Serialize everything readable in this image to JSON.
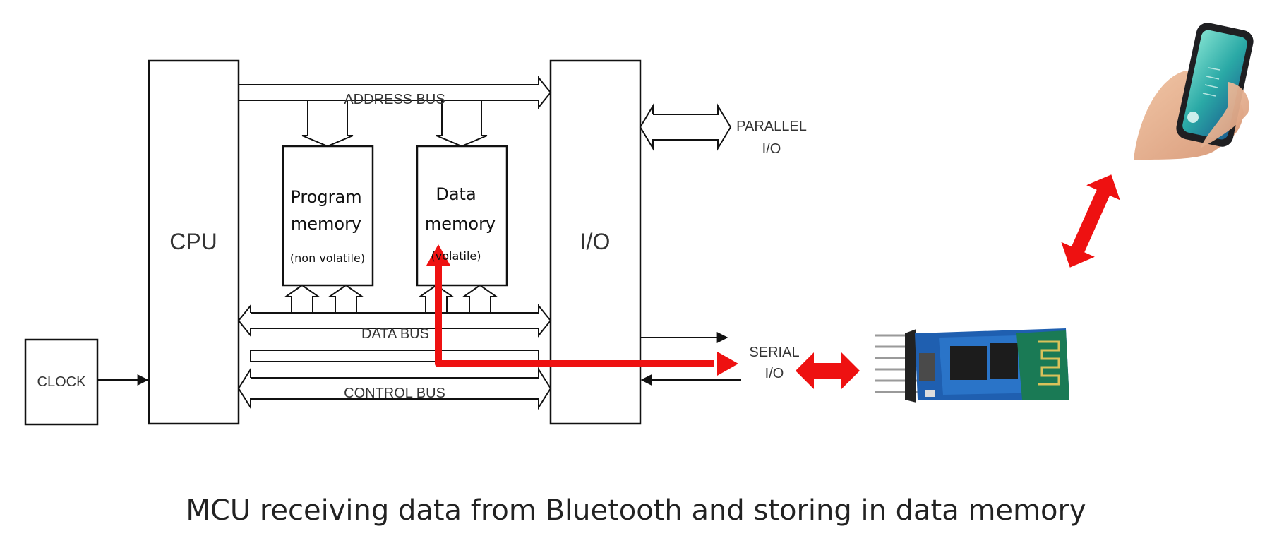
{
  "diagram": {
    "cpu": "CPU",
    "io": "I/O",
    "clock": "CLOCK",
    "program_memory": [
      "Program",
      "memory",
      "(non volatile)"
    ],
    "data_memory": [
      "Data",
      "memory",
      "(volatile)"
    ],
    "address_bus": "ADDRESS BUS",
    "data_bus": "DATA BUS",
    "control_bus": "CONTROL BUS",
    "parallel_io": [
      "PARALLEL",
      "I/O"
    ],
    "serial_io": [
      "SERIAL",
      "I/O"
    ],
    "highlight_color": "#ee1111",
    "images": [
      "smartphone-in-hand",
      "bluetooth-module-hc05"
    ]
  },
  "caption": "MCU receiving data from Bluetooth and storing in data memory"
}
